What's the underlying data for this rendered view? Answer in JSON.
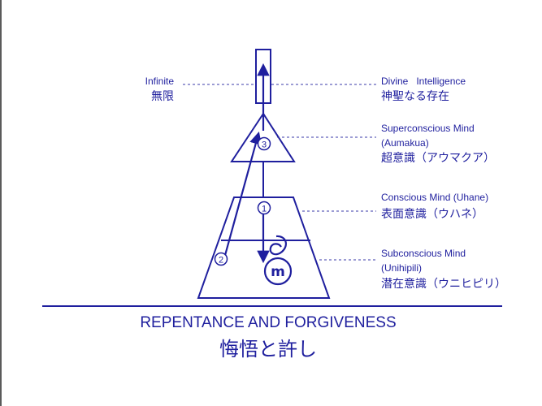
{
  "colors": {
    "ink": "#1f1f9e",
    "leader": "#3a3aaa",
    "frame": "#5a5a5a",
    "background": "#ffffff"
  },
  "labels": {
    "infinite_en": "Infinite",
    "infinite_jp": "無限",
    "divine_en": "Divine   Intelligence",
    "divine_jp": "神聖なる存在",
    "superconscious_en_1": "Superconscious Mind",
    "superconscious_en_2": "(Aumakua)",
    "superconscious_jp": "超意識（アウマクア）",
    "conscious_en": "Conscious Mind (Uhane)",
    "conscious_jp": "表面意識（ウハネ）",
    "subconscious_en_1": "Subconscious Mind",
    "subconscious_en_2": "(Unihipili)",
    "subconscious_jp": "潜在意識（ウニヒピリ）"
  },
  "markers": {
    "step_1": "1",
    "step_2": "2",
    "step_3": "3",
    "memory": "m"
  },
  "title": {
    "en": "REPENTANCE AND FORGIVENESS",
    "jp": "悔悟と許し"
  }
}
